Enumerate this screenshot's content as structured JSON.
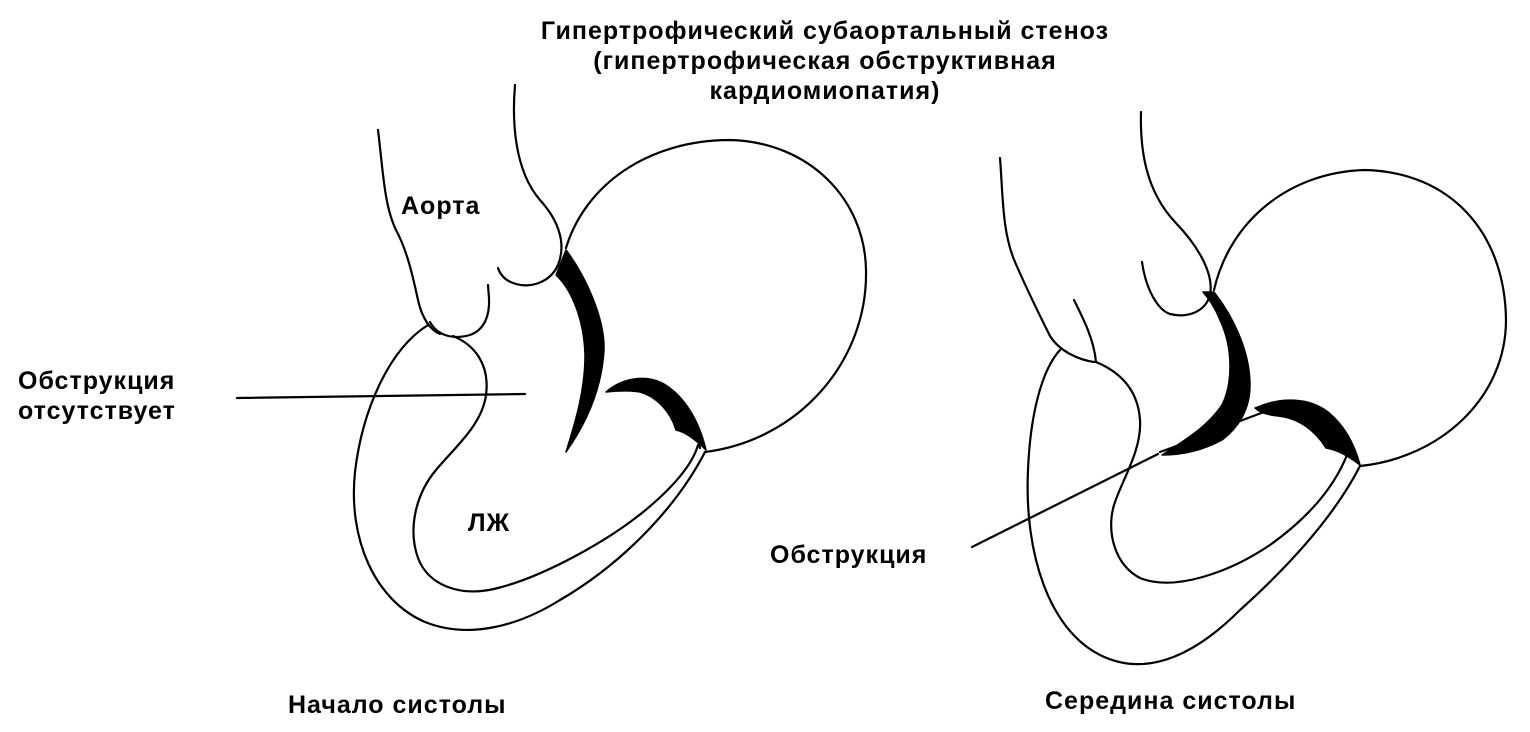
{
  "title": {
    "line1": "Гипертрофический субаортальный стеноз",
    "line2": "(гипертрофическая обструктивная",
    "line3": "кардиомиопатия)"
  },
  "left_panel": {
    "aorta_label": "Аорта",
    "lv_label": "ЛЖ",
    "no_obstruction_line1": "Обструкция",
    "no_obstruction_line2": "отсутствует",
    "caption": "Начало систолы"
  },
  "right_panel": {
    "obstruction_label": "Обструкция",
    "caption": "Середина систолы"
  },
  "colors": {
    "ink": "#000000",
    "background": "#ffffff"
  }
}
